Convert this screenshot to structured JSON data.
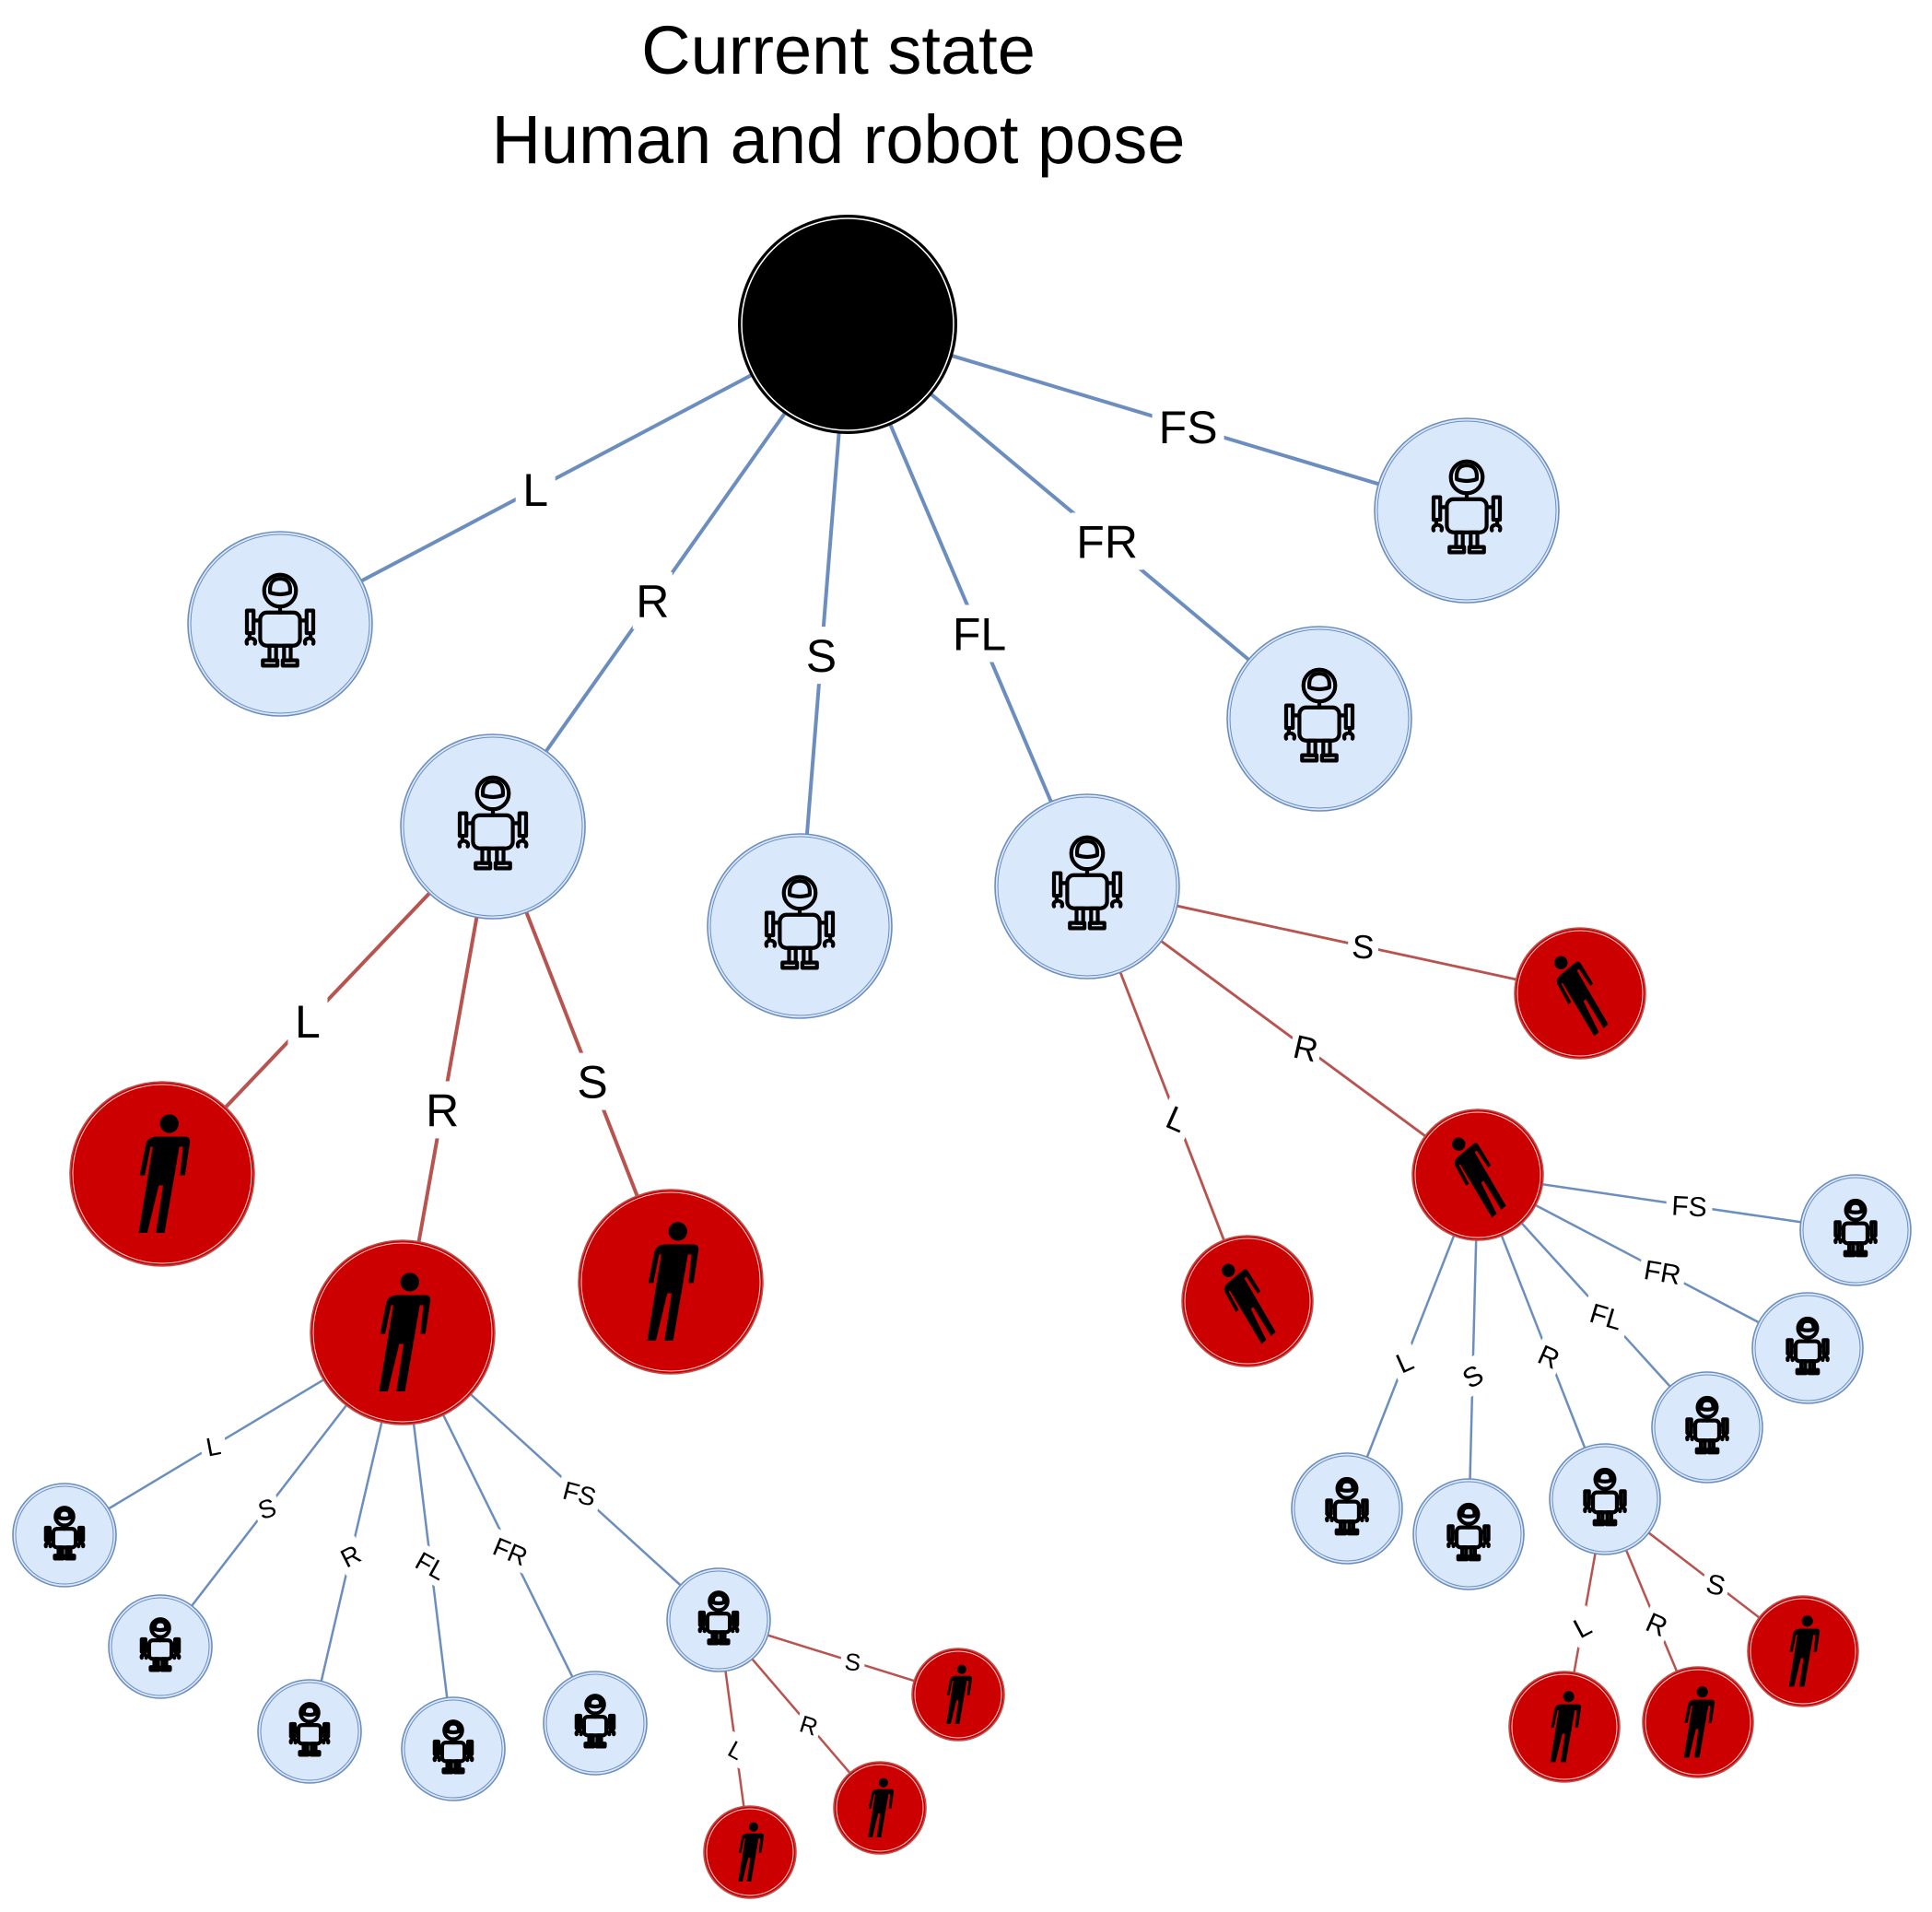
{
  "title": {
    "line1": "Current state",
    "line2": "Human and robot pose"
  },
  "colors": {
    "robot_fill": "#dae8fc",
    "robot_stroke": "#6c8ebf",
    "human_fill": "#cc0000",
    "human_stroke": "#b85450",
    "root_fill": "#000000",
    "blue_edge": "#6c8ebf",
    "red_edge": "#b85450"
  },
  "icons": {
    "robot": "robot-icon",
    "human": "person-icon",
    "root": "root-node"
  },
  "nodes": [
    {
      "id": "root",
      "kind": "root"
    },
    {
      "id": "r_L",
      "kind": "robot"
    },
    {
      "id": "r_R",
      "kind": "robot"
    },
    {
      "id": "r_S",
      "kind": "robot"
    },
    {
      "id": "r_FL",
      "kind": "robot"
    },
    {
      "id": "r_FR",
      "kind": "robot"
    },
    {
      "id": "r_FS",
      "kind": "robot"
    },
    {
      "id": "h_R_L",
      "kind": "human"
    },
    {
      "id": "h_R_R",
      "kind": "human"
    },
    {
      "id": "h_R_S",
      "kind": "human"
    },
    {
      "id": "h_FL_S",
      "kind": "human"
    },
    {
      "id": "h_FL_L",
      "kind": "human"
    },
    {
      "id": "h_FL_R",
      "kind": "human"
    },
    {
      "id": "r_A_L",
      "kind": "robot"
    },
    {
      "id": "r_A_S",
      "kind": "robot"
    },
    {
      "id": "r_A_R",
      "kind": "robot"
    },
    {
      "id": "r_A_FL",
      "kind": "robot"
    },
    {
      "id": "r_A_FR",
      "kind": "robot"
    },
    {
      "id": "r_A_FS",
      "kind": "robot"
    },
    {
      "id": "h_AFS_S",
      "kind": "human"
    },
    {
      "id": "h_AFS_R",
      "kind": "human"
    },
    {
      "id": "h_AFS_L",
      "kind": "human"
    },
    {
      "id": "r_B_FS",
      "kind": "robot"
    },
    {
      "id": "r_B_FR",
      "kind": "robot"
    },
    {
      "id": "r_B_FL",
      "kind": "robot"
    },
    {
      "id": "r_B_R",
      "kind": "robot"
    },
    {
      "id": "r_B_S",
      "kind": "robot"
    },
    {
      "id": "r_B_L",
      "kind": "robot"
    },
    {
      "id": "h_BR_S",
      "kind": "human"
    },
    {
      "id": "h_BR_R",
      "kind": "human"
    },
    {
      "id": "h_BR_L",
      "kind": "human"
    }
  ],
  "edges": [
    {
      "from": "root",
      "to": "r_L",
      "label": "L"
    },
    {
      "from": "root",
      "to": "r_R",
      "label": "R"
    },
    {
      "from": "root",
      "to": "r_S",
      "label": "S"
    },
    {
      "from": "root",
      "to": "r_FL",
      "label": "FL"
    },
    {
      "from": "root",
      "to": "r_FR",
      "label": "FR"
    },
    {
      "from": "root",
      "to": "r_FS",
      "label": "FS"
    },
    {
      "from": "r_R",
      "to": "h_R_L",
      "label": "L"
    },
    {
      "from": "r_R",
      "to": "h_R_R",
      "label": "R"
    },
    {
      "from": "r_R",
      "to": "h_R_S",
      "label": "S"
    },
    {
      "from": "r_FL",
      "to": "h_FL_S",
      "label": "S"
    },
    {
      "from": "r_FL",
      "to": "h_FL_L",
      "label": "L"
    },
    {
      "from": "r_FL",
      "to": "h_FL_R",
      "label": "R"
    },
    {
      "from": "h_R_R",
      "to": "r_A_L",
      "label": "L"
    },
    {
      "from": "h_R_R",
      "to": "r_A_S",
      "label": "S"
    },
    {
      "from": "h_R_R",
      "to": "r_A_R",
      "label": "R"
    },
    {
      "from": "h_R_R",
      "to": "r_A_FL",
      "label": "FL"
    },
    {
      "from": "h_R_R",
      "to": "r_A_FR",
      "label": "FR"
    },
    {
      "from": "h_R_R",
      "to": "r_A_FS",
      "label": "FS"
    },
    {
      "from": "r_A_FS",
      "to": "h_AFS_S",
      "label": "S"
    },
    {
      "from": "r_A_FS",
      "to": "h_AFS_R",
      "label": "R"
    },
    {
      "from": "r_A_FS",
      "to": "h_AFS_L",
      "label": "L"
    },
    {
      "from": "h_FL_R",
      "to": "r_B_FS",
      "label": "FS"
    },
    {
      "from": "h_FL_R",
      "to": "r_B_FR",
      "label": "FR"
    },
    {
      "from": "h_FL_R",
      "to": "r_B_FL",
      "label": "FL"
    },
    {
      "from": "h_FL_R",
      "to": "r_B_R",
      "label": "R"
    },
    {
      "from": "h_FL_R",
      "to": "r_B_S",
      "label": "S"
    },
    {
      "from": "h_FL_R",
      "to": "r_B_L",
      "label": "L"
    },
    {
      "from": "r_B_R",
      "to": "h_BR_S",
      "label": "S"
    },
    {
      "from": "r_B_R",
      "to": "h_BR_R",
      "label": "R"
    },
    {
      "from": "r_B_R",
      "to": "h_BR_L",
      "label": "L"
    }
  ]
}
